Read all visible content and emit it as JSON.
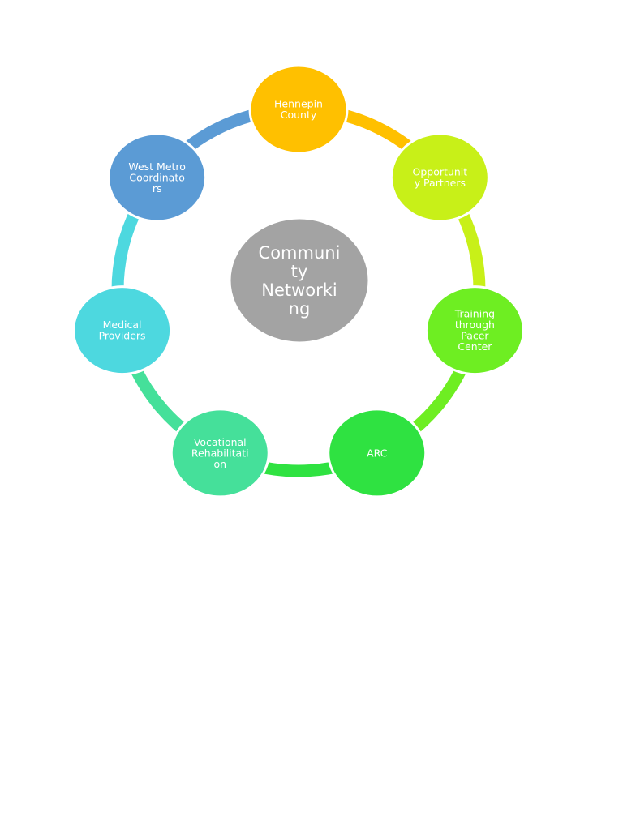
{
  "center": {
    "lines": [
      "Communi",
      "ty",
      "Networki",
      "ng"
    ],
    "color": "#a3a3a3"
  },
  "nodes": [
    {
      "id": "hennepin-county",
      "lines": [
        "Hennepin",
        "County"
      ],
      "color": "#ffc000"
    },
    {
      "id": "opportunity-partners",
      "lines": [
        "Opportunit",
        "y Partners"
      ],
      "color": "#c8f018"
    },
    {
      "id": "training-pacer-center",
      "lines": [
        "Training",
        "through",
        "Pacer",
        "Center"
      ],
      "color": "#6eee22"
    },
    {
      "id": "arc",
      "lines": [
        "ARC"
      ],
      "color": "#2fe241"
    },
    {
      "id": "vocational-rehabilitation",
      "lines": [
        "Vocational",
        "Rehabilitati",
        "on"
      ],
      "color": "#45e09a"
    },
    {
      "id": "medical-providers",
      "lines": [
        "Medical",
        "Providers"
      ],
      "color": "#4dd8df"
    },
    {
      "id": "west-metro-coordinators",
      "lines": [
        "West Metro",
        "Coordinato",
        "rs"
      ],
      "color": "#5b9bd5"
    }
  ]
}
